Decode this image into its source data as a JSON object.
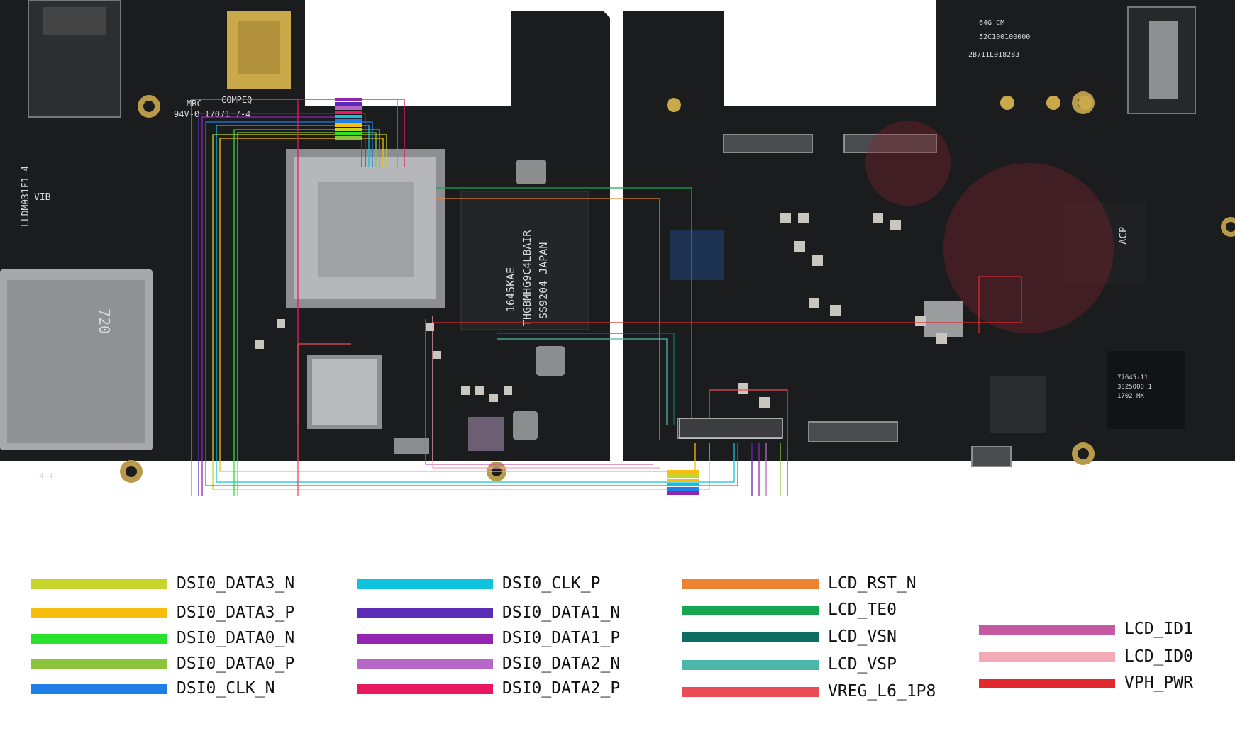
{
  "board": {
    "silkscreen": {
      "mrc": "MRC",
      "compeq": "COMPEQ",
      "code": "94V-0  17071  7-4",
      "model": "LLDM031F1-4",
      "vib": "VIB",
      "slot": "720",
      "rev": "4-4",
      "chip1": "1645KAE",
      "chip2": "THGBMHG9C4LBAIR",
      "chip3": "SS9204 JAPAN",
      "pmic": "ACP",
      "rf1": "77645-11",
      "rf2": "3825000.1",
      "rf3": "1702 MX",
      "qr1": "64G CM",
      "qr2": "52C100100000",
      "qr3": "2B711L018283"
    }
  },
  "legend": {
    "items": [
      {
        "label": "DSI0_DATA3_N",
        "color": "#c5d52a"
      },
      {
        "label": "DSI0_DATA3_P",
        "color": "#f7bd0f"
      },
      {
        "label": "DSI0_DATA0_N",
        "color": "#28e22e"
      },
      {
        "label": "DSI0_DATA0_P",
        "color": "#8cc43c"
      },
      {
        "label": "DSI0_CLK_N",
        "color": "#1e80e6"
      },
      {
        "label": "DSI0_CLK_P",
        "color": "#10c3dc"
      },
      {
        "label": "DSI0_DATA1_N",
        "color": "#5b2ab6"
      },
      {
        "label": "DSI0_DATA1_P",
        "color": "#9425b3"
      },
      {
        "label": "DSI0_DATA2_N",
        "color": "#b866c8"
      },
      {
        "label": "DSI0_DATA2_P",
        "color": "#e8185e"
      },
      {
        "label": "LCD_RST_N",
        "color": "#ee8230"
      },
      {
        "label": "LCD_TE0",
        "color": "#16a64f"
      },
      {
        "label": "LCD_VSN",
        "color": "#0d6f61"
      },
      {
        "label": "LCD_VSP",
        "color": "#4db6ab"
      },
      {
        "label": "VREG_L6_1P8",
        "color": "#ea4b55"
      },
      {
        "label": "LCD_ID1",
        "color": "#c45aa2"
      },
      {
        "label": "LCD_ID0",
        "color": "#f4a9b6"
      },
      {
        "label": "VPH_PWR",
        "color": "#e02a2f"
      }
    ]
  }
}
